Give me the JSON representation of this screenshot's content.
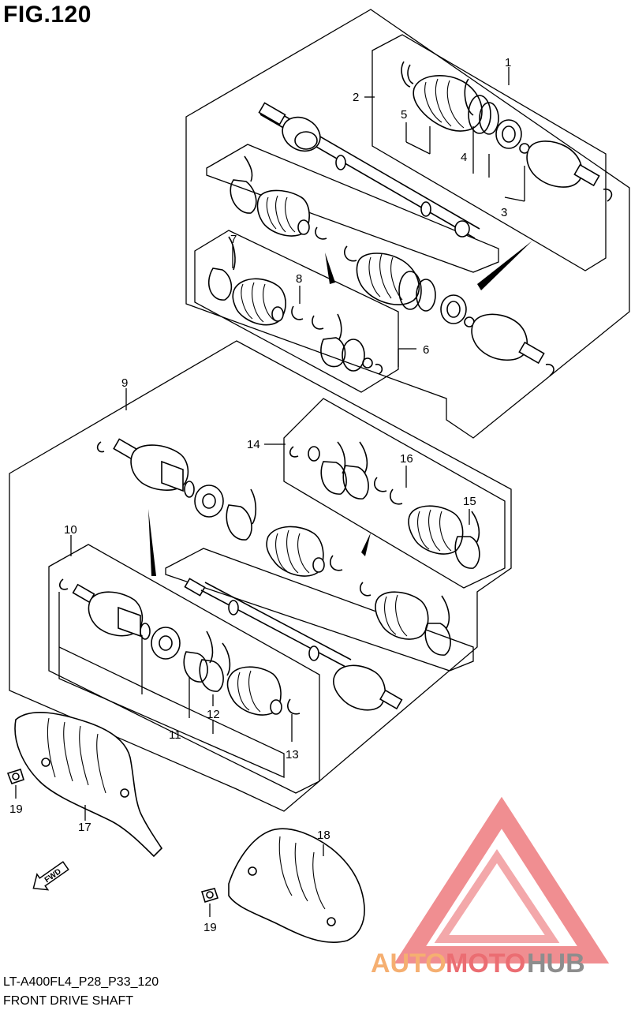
{
  "figure": {
    "title": "FIG.120",
    "code": "LT-A400FL4_P28_P33_120",
    "caption": "FRONT DRIVE SHAFT"
  },
  "callouts": {
    "c1": "1",
    "c2": "2",
    "c3": "3",
    "c4": "4",
    "c5": "5",
    "c6": "6",
    "c7": "7",
    "c8": "8",
    "c9": "9",
    "c10": "10",
    "c11": "11",
    "c12": "12",
    "c13": "13",
    "c14": "14",
    "c15": "15",
    "c16": "16",
    "c17": "17",
    "c18": "18",
    "c19a": "19",
    "c19b": "19"
  },
  "fwd_arrow": {
    "label": "FWD"
  },
  "watermark": {
    "part1": "AUTO",
    "part2": "MOTO",
    "part3": "HUB",
    "color_primary": "#f4a259",
    "color_secondary": "#e8545a",
    "color_tertiary": "#7a7a7a"
  }
}
